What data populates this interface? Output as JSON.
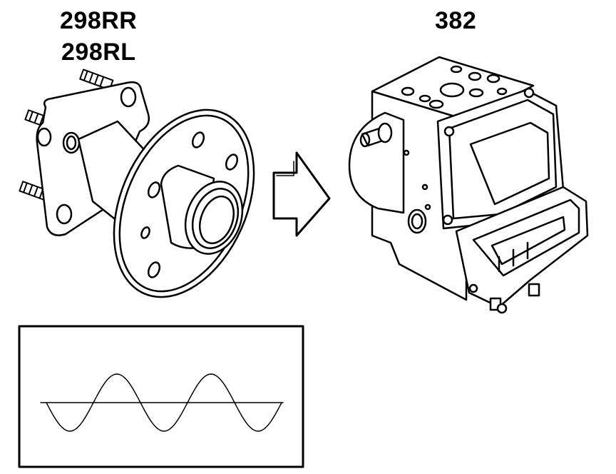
{
  "labels": {
    "sensor_right": "298RR",
    "sensor_left": "298RL",
    "module": "382"
  },
  "components": {
    "left": "wheel-hub-bearing",
    "right": "abs-hydraulic-modulator",
    "signal": "sine-wave"
  },
  "signal_panel": {
    "cycles": 2.5
  },
  "colors": {
    "stroke": "#000000",
    "background": "#ffffff"
  }
}
